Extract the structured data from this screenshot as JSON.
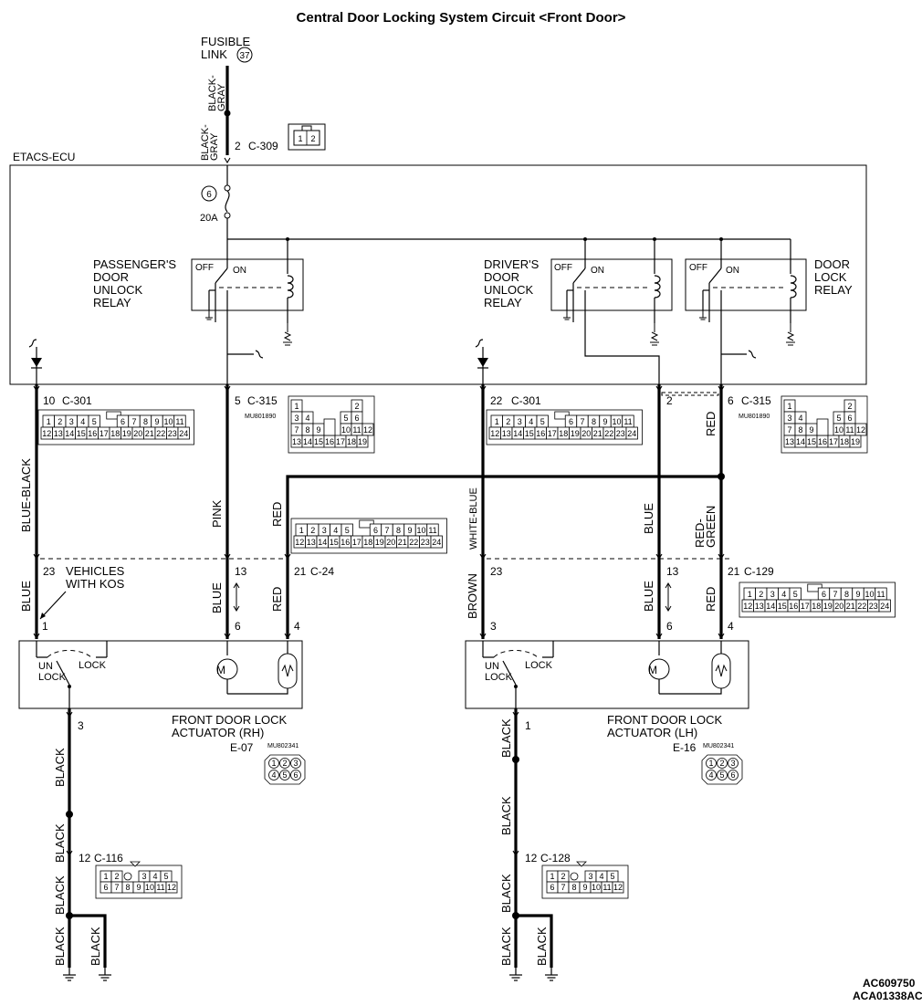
{
  "title": "Central Door Locking System Circuit <Front Door>",
  "fusible_link": {
    "label_1": "FUSIBLE",
    "label_2": "LINK",
    "number": "37"
  },
  "ecu": {
    "label": "ETACS-ECU",
    "fuse_number": "6",
    "fuse_rating": "20A"
  },
  "relays": {
    "passenger": {
      "lines": [
        "PASSENGER'S",
        "DOOR",
        "UNLOCK",
        "RELAY"
      ],
      "off": "OFF",
      "on": "ON"
    },
    "driver": {
      "lines": [
        "DRIVER'S",
        "DOOR",
        "UNLOCK",
        "RELAY"
      ],
      "off": "OFF",
      "on": "ON"
    },
    "lock": {
      "lines": [
        "DOOR",
        "LOCK",
        "RELAY"
      ],
      "off": "OFF",
      "on": "ON"
    }
  },
  "wires": {
    "black_gray_1": "BLACK-",
    "black_gray_2": "GRAY",
    "blue_black": "BLUE-BLACK",
    "pink": "PINK",
    "red": "RED",
    "white_blue": "WHITE-BLUE",
    "blue": "BLUE",
    "red_green_1": "RED-",
    "red_green_2": "GREEN",
    "brown": "BROWN",
    "black": "BLACK"
  },
  "connectors": {
    "c309": {
      "pin": "2",
      "name": "C-309",
      "cells": [
        "1",
        "2"
      ]
    },
    "c301_left": {
      "pin": "10",
      "name": "C-301"
    },
    "c315_left": {
      "pin": "5",
      "name": "C-315",
      "part": "MU801890"
    },
    "c301_right": {
      "pin": "22",
      "name": "C-301"
    },
    "c315_right": {
      "pin": "6",
      "name": "C-315",
      "part": "MU801890"
    },
    "c315_pin2": "2",
    "c24": {
      "pin": "21",
      "name": "C-24"
    },
    "c129": {
      "pin": "21",
      "name": "C-129"
    },
    "c116": {
      "pin": "12",
      "name": "C-116"
    },
    "c128": {
      "pin": "12",
      "name": "C-128"
    },
    "e07": {
      "name": "E-07",
      "part": "MU802341",
      "cells": [
        "1",
        "2",
        "3",
        "4",
        "5",
        "6"
      ]
    },
    "e16": {
      "name": "E-16",
      "part": "MU802341",
      "cells": [
        "1",
        "2",
        "3",
        "4",
        "5",
        "6"
      ]
    }
  },
  "connector_24": {
    "row1": [
      "1",
      "2",
      "3",
      "4",
      "5",
      "",
      "6",
      "7",
      "8",
      "9",
      "10",
      "11"
    ],
    "row2": [
      "12",
      "13",
      "14",
      "15",
      "16",
      "17",
      "18",
      "19",
      "20",
      "21",
      "22",
      "23",
      "24"
    ]
  },
  "connector_19": {
    "row1": [
      "1",
      "",
      "",
      "",
      "2"
    ],
    "row2": [
      "3",
      "4",
      "",
      "",
      "5",
      "6"
    ],
    "row3": [
      "7",
      "8",
      "9",
      "",
      "10",
      "11",
      "12"
    ],
    "row4": [
      "13",
      "14",
      "15",
      "16",
      "17",
      "18",
      "19"
    ]
  },
  "connector_12": {
    "row1": [
      "1",
      "2",
      "",
      "3",
      "4",
      "5"
    ],
    "row2": [
      "6",
      "7",
      "8",
      "9",
      "10",
      "11",
      "12"
    ]
  },
  "pins": {
    "left_23": "23",
    "left_13": "13",
    "left_21": "21",
    "right_23": "23",
    "right_13": "13",
    "right_21": "21",
    "rh_1": "1",
    "rh_6": "6",
    "rh_4": "4",
    "rh_3": "3",
    "lh_3": "3",
    "lh_6": "6",
    "lh_4": "4",
    "lh_1": "1"
  },
  "vehicles_kos_1": "VEHICLES",
  "vehicles_kos_2": "WITH KOS",
  "actuator_rh": {
    "line1": "FRONT DOOR LOCK",
    "line2": "ACTUATOR (RH)",
    "un": "UN",
    "lock1": "LOCK",
    "lock2": "LOCK",
    "motor": "M"
  },
  "actuator_lh": {
    "line1": "FRONT DOOR LOCK",
    "line2": "ACTUATOR (LH)",
    "un": "UN",
    "lock1": "LOCK",
    "lock2": "LOCK",
    "motor": "M"
  },
  "codes": {
    "code1": "AC609750",
    "code2": "ACA01338AC"
  }
}
